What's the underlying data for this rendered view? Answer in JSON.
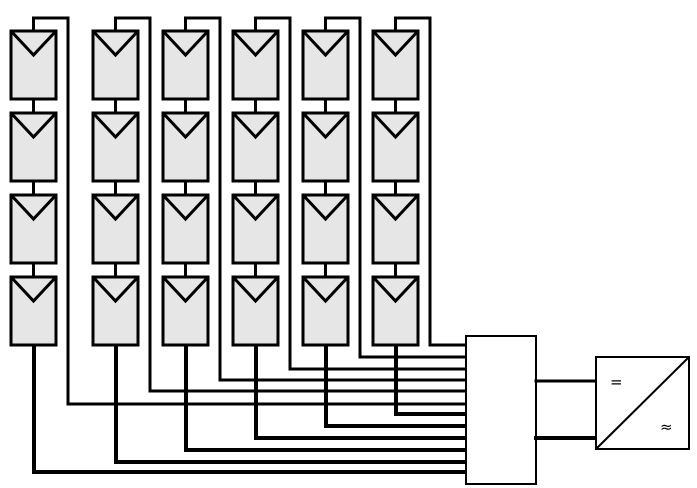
{
  "strings": [
    {
      "id": "string-1",
      "panels": 4
    },
    {
      "id": "string-2",
      "panels": 4
    },
    {
      "id": "string-3",
      "panels": 4
    },
    {
      "id": "string-4",
      "panels": 4
    },
    {
      "id": "string-5",
      "panels": 4
    },
    {
      "id": "string-6",
      "panels": 4
    }
  ],
  "combiner_box": {
    "label": ""
  },
  "inverter": {
    "dc_symbol": "=",
    "ac_symbol": "≈"
  },
  "colors": {
    "panel_fill": "#e6e6e6",
    "stroke": "#000000",
    "background": "#ffffff"
  }
}
